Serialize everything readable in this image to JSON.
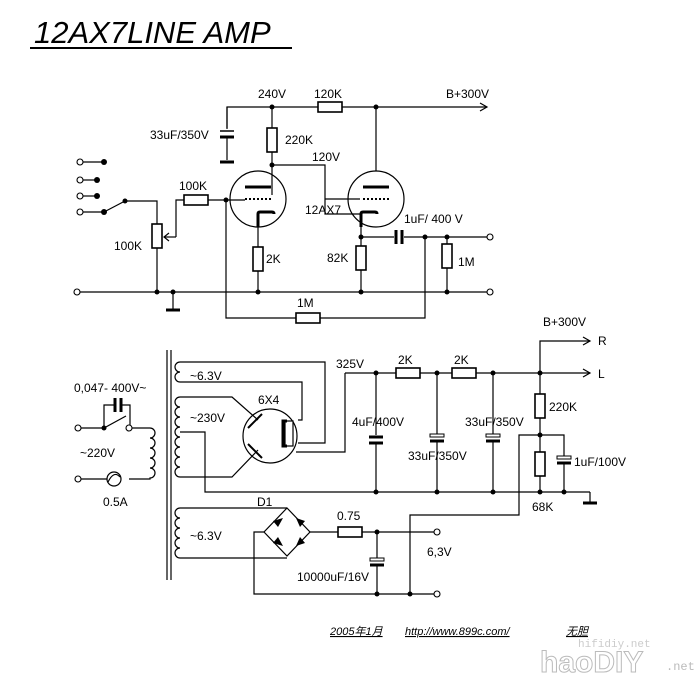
{
  "title": "12AX7LINE AMP",
  "amplifier": {
    "tube": "12AX7",
    "node_240v": "240V",
    "node_120v": "120V",
    "supply": "B+300V",
    "r_supply": "120K",
    "r_plate": "220K",
    "r_grid": "100K",
    "volume_pot": "100K",
    "r_cathode1": "2K",
    "r_cathode2": "82K",
    "r_output": "1M",
    "r_feedback": "1M",
    "c_output": "1uF/ 400 V",
    "c_bypass": "33uF/350V"
  },
  "power_supply": {
    "mains_cap": "0,047- 400V~",
    "mains": "~220V",
    "fuse": "0.5A",
    "heater_winding": "~6.3V",
    "ht_winding": "~230V",
    "rectifier": "6X4",
    "node_325v": "325V",
    "r_filter1": "2K",
    "r_filter2": "2K",
    "c_reservoir": "4uF/400V",
    "c_filter1": "33uF/350V",
    "c_filter2": "33uF/350V",
    "supply_out": "B+300V",
    "out_r": "R",
    "out_l": "L",
    "r_divider_top": "220K",
    "r_divider_bottom": "68K",
    "c_divider": "1uF/100V",
    "heater_winding2": "~6.3V",
    "bridge": "D1",
    "r_heater": "0.75",
    "c_heater": "10000uF/16V",
    "heater_out": "6,3V"
  },
  "footer": {
    "date": "2005年1月",
    "url": "http://www.899c.com/",
    "author": "无胆"
  },
  "watermark": {
    "main": "haoDIY",
    "suffix": ".net",
    "sub": "hifidiy.net"
  }
}
